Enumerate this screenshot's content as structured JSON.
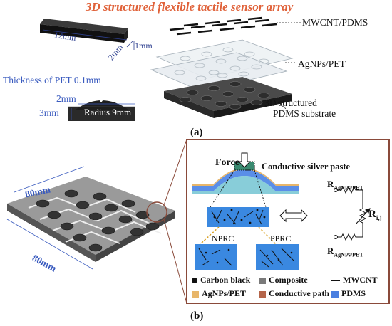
{
  "panel_a": {
    "title": "3D structured flexible tactile sensor array",
    "dim_width": "12mm",
    "dim_depth": "2mm",
    "dim_thickness": "1mm",
    "label_mwcnt": "MWCNT/PDMS",
    "label_agnps": "AgNPs/PET",
    "label_pet_thickness": "Thickness of PET 0.1mm",
    "dim_2mm": "2mm",
    "dim_3mm": "3mm",
    "label_radius": "Radius 9mm",
    "label_substrate_line1": "3D structured",
    "label_substrate_line2": "PDMS substrate",
    "caption": "(a)"
  },
  "panel_b": {
    "dim_80_top": "80mm",
    "dim_80_bottom": "80mm",
    "caption": "(b)",
    "zoom": {
      "force_label": "Force",
      "silver_paste_label": "Conductive silver paste",
      "r_top": "R",
      "r_top_sub": "AgNPs/PET",
      "r_mid": "R",
      "r_mid_sub": "i,j",
      "r_bottom": "R",
      "r_bottom_sub": "AgNPs/PET",
      "nprc_label": "NPRC",
      "pprc_label": "PPRC",
      "legend": [
        {
          "label": "Carbon black",
          "color": "#111111"
        },
        {
          "label": "Composite",
          "color": "#7a7a7a"
        },
        {
          "label": "MWCNT",
          "color": "#111111"
        },
        {
          "label": "AgNPs/PET",
          "color": "#e8b66a"
        },
        {
          "label": "Conductive path",
          "color": "#b5654a"
        },
        {
          "label": "PDMS",
          "color": "#4a7fe0"
        }
      ]
    }
  }
}
